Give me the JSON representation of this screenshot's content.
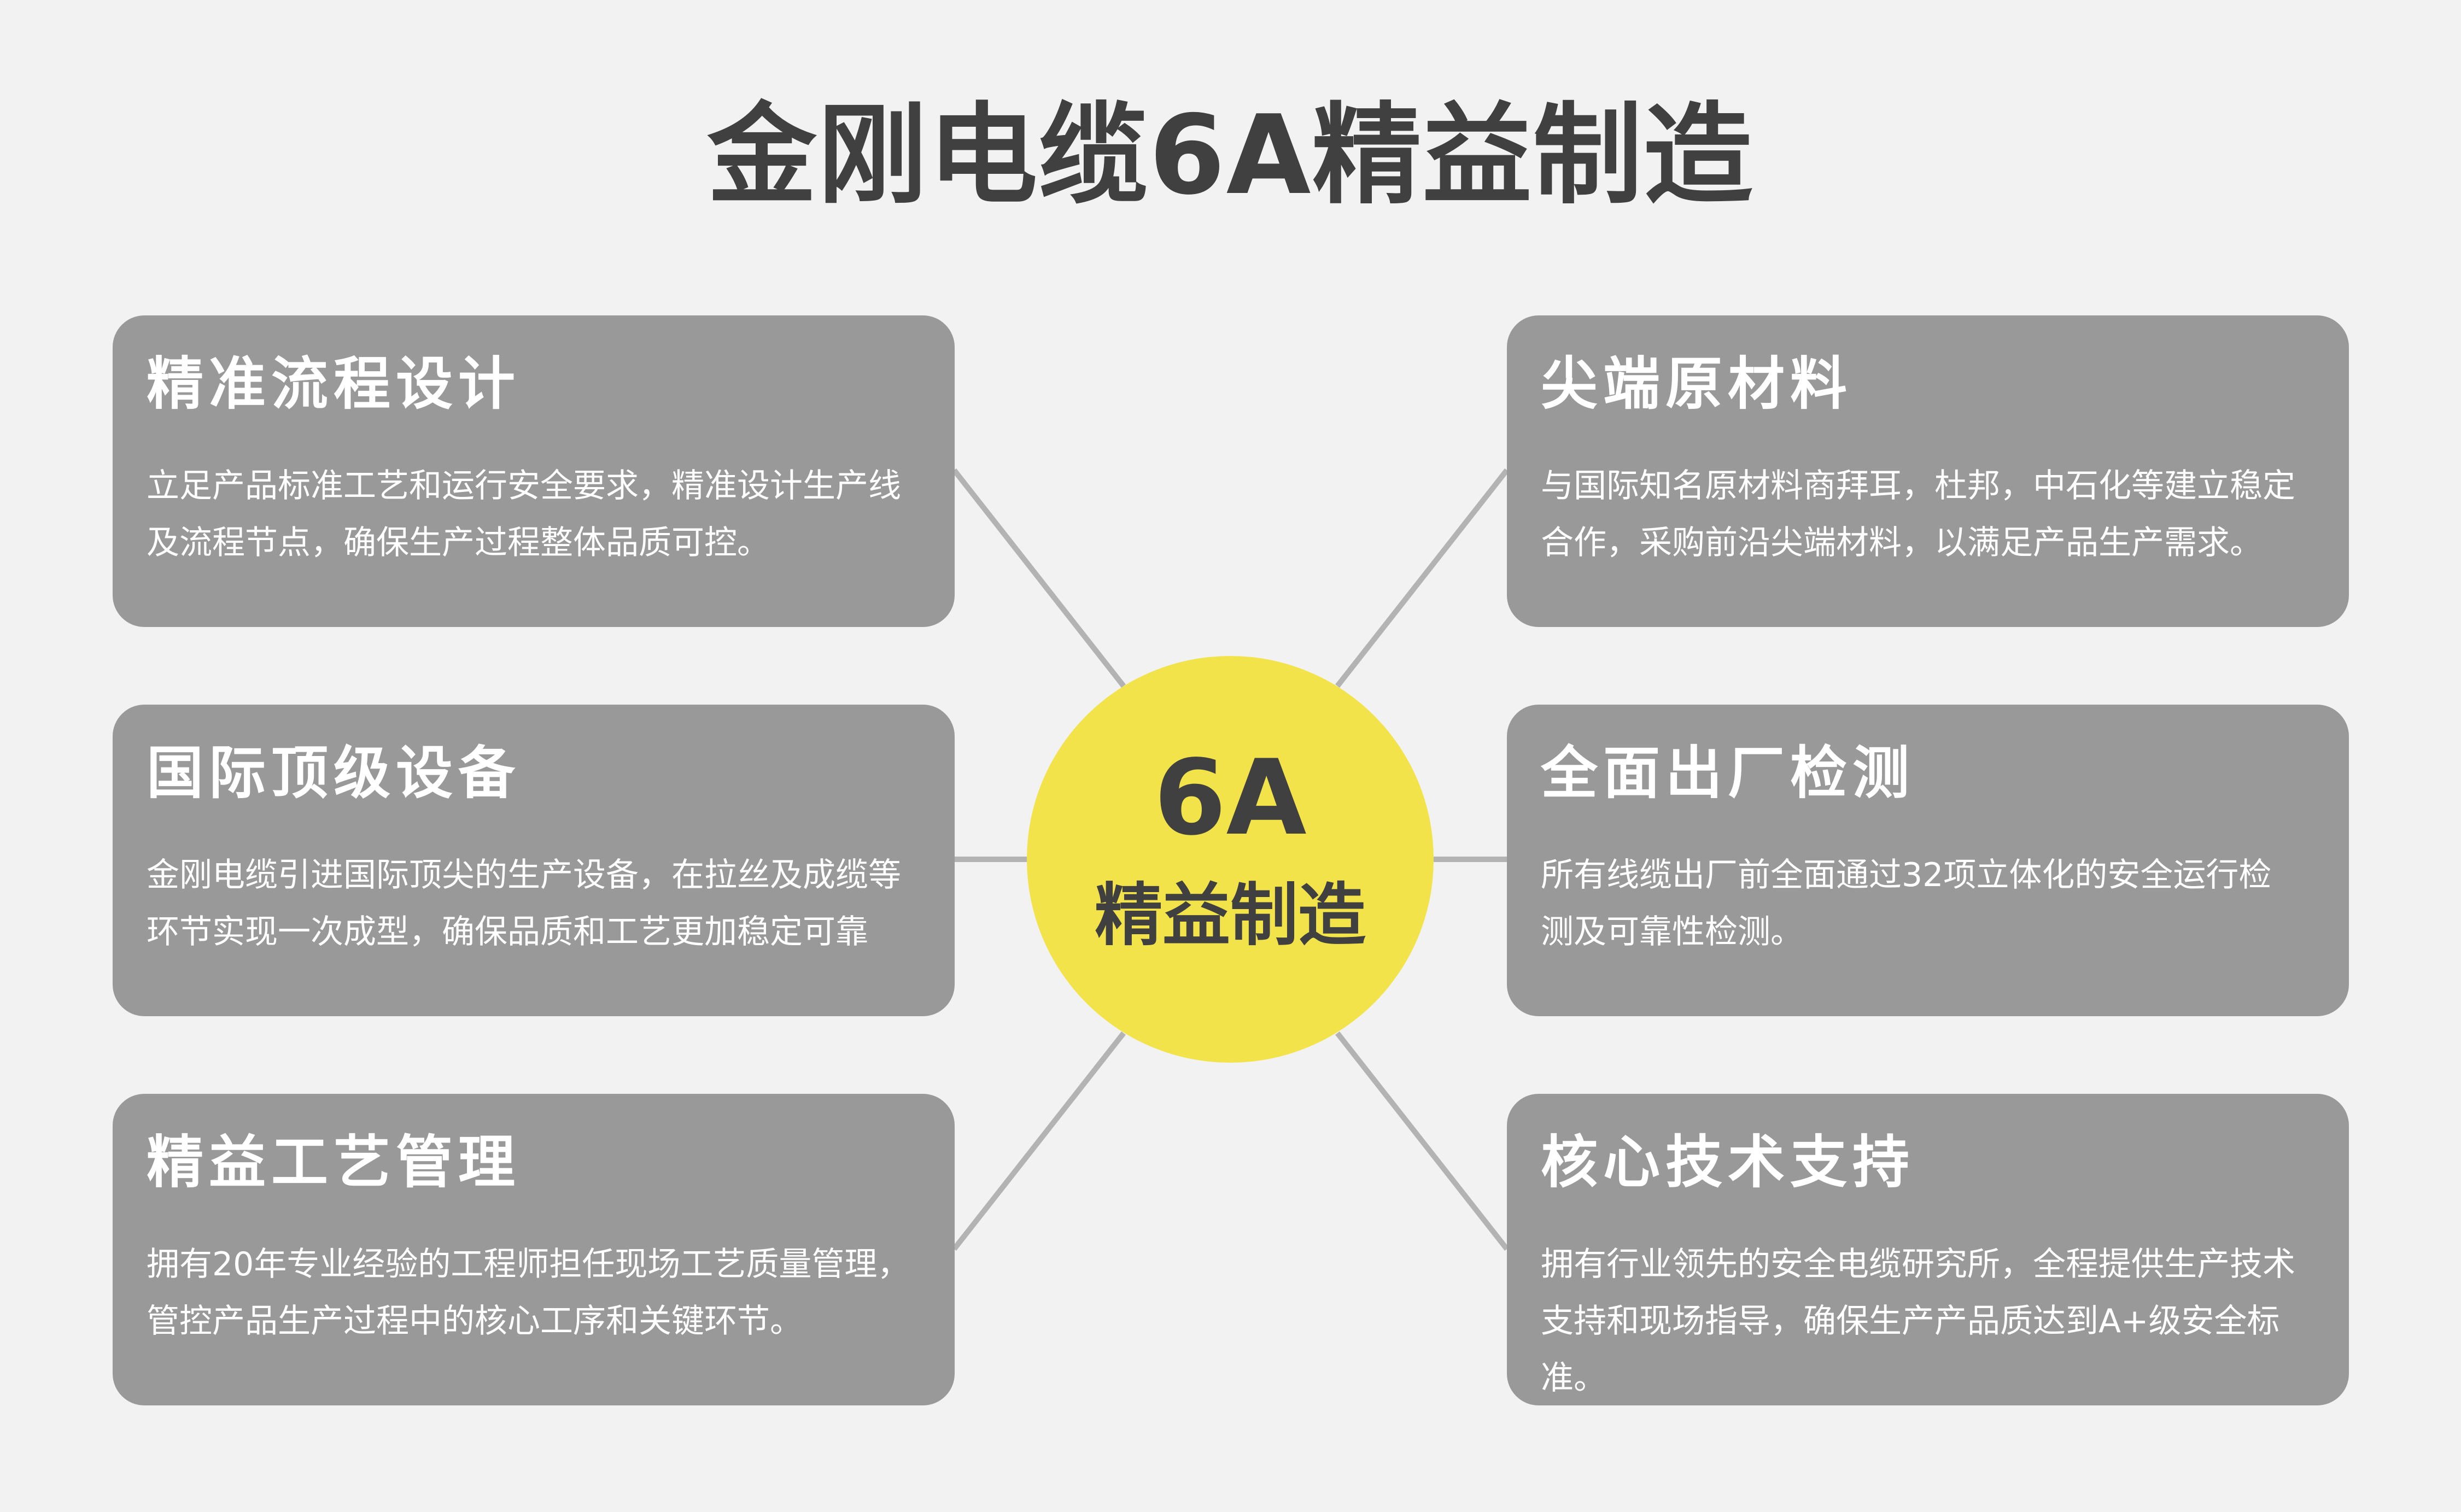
{
  "title": "金刚电缆6A精益制造",
  "hub": {
    "big": "6A",
    "small": "精益制造",
    "color": "#f2e34b"
  },
  "cards": [
    {
      "title": "精准流程设计",
      "desc": "立足产品标准工艺和运行安全要求，精准设计生产线\n及流程节点，确保生产过程整体品质可控。"
    },
    {
      "title": "国际顶级设备",
      "desc": "金刚电缆引进国际顶尖的生产设备，在拉丝及成缆等\n环节实现一次成型，确保品质和工艺更加稳定可靠"
    },
    {
      "title": "精益工艺管理",
      "desc": "拥有20年专业经验的工程师担任现场工艺质量管理，\n管控产品生产过程中的核心工序和关键环节。"
    },
    {
      "title": "尖端原材料",
      "desc": "与国际知名原材料商拜耳，杜邦，中石化等建立稳定\n合作，采购前沿尖端材料，以满足产品生产需求。"
    },
    {
      "title": "全面出厂检测",
      "desc": "所有线缆出厂前全面通过32项立体化的安全运行检\n测及可靠性检测。"
    },
    {
      "title": "核心技术支持",
      "desc": "拥有行业领先的安全电缆研究所，全程提供生产技术\n支持和现场指导，确保生产产品质达到A+级安全标准。"
    }
  ],
  "colors": {
    "background": "#f2f2f2",
    "card": "#999999",
    "connector": "#b3b3b3",
    "text_dark": "#404040",
    "text_light": "#ffffff"
  }
}
